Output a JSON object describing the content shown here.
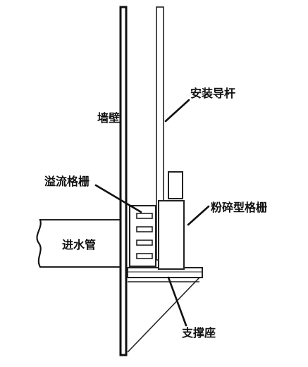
{
  "labels": {
    "guide_rod": "安装导杆",
    "wall": "墙壁",
    "overflow_grille": "溢流格栅",
    "crushing_grille": "粉碎型格栅",
    "inlet_pipe": "进水管",
    "support_base": "支撑座"
  },
  "colors": {
    "line": "#111111",
    "background": "#ffffff"
  }
}
